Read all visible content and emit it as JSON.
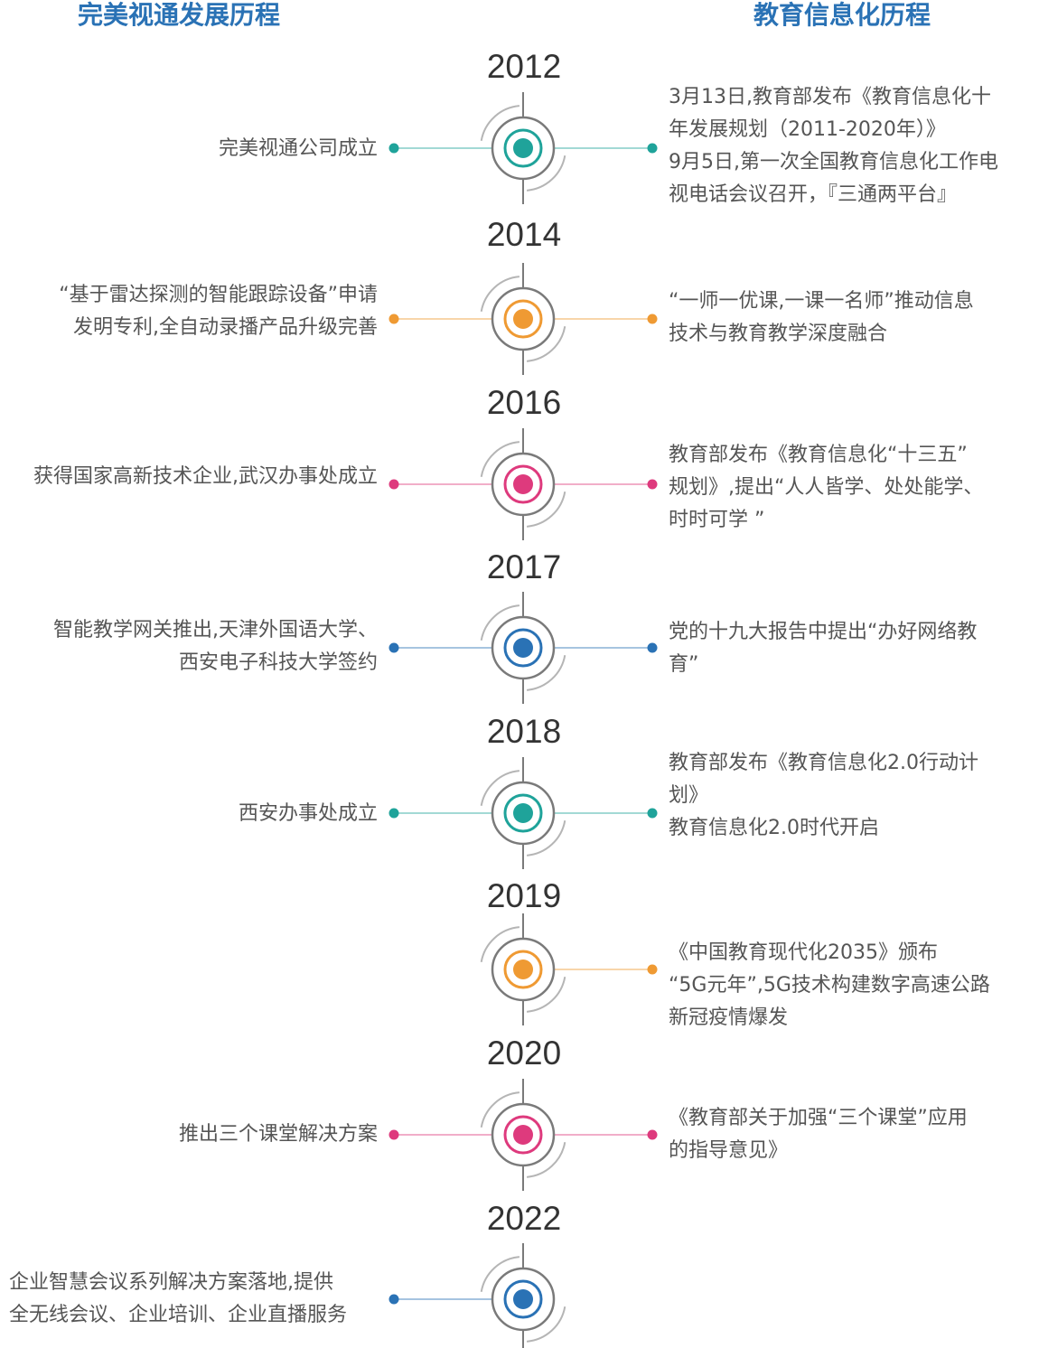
{
  "headers": {
    "left": "完美视通发展历程",
    "right": "教育信息化历程"
  },
  "colors": {
    "header": "#2a72b5",
    "teal": "#1fa39a",
    "orange": "#ef9a33",
    "pink": "#de3a7d",
    "blue": "#2a72b5",
    "ring": "#7a7a7a",
    "ring_light": "#b5b5b5"
  },
  "milestones": [
    {
      "year": "2012",
      "color": "teal",
      "left": "完美视通公司成立",
      "right": "3月13日,教育部发布《教育信息化十\n年发展规划（2011-2020年）》\n9月5日,第一次全国教育信息化工作电\n视电话会议召开，『三通两平台』"
    },
    {
      "year": "2014",
      "color": "orange",
      "left": "“基于雷达探测的智能跟踪设备”申请\n发明专利,全自动录播产品升级完善",
      "right": "“一师一优课,一课一名师”推动信息\n技术与教育教学深度融合"
    },
    {
      "year": "2016",
      "color": "pink",
      "left": "获得国家高新技术企业,武汉办事处成立",
      "right": "教育部发布《教育信息化“十三五”\n规划》,提出“人人皆学、处处能学、\n时时可学 ”"
    },
    {
      "year": "2017",
      "color": "blue",
      "left": "智能教学网关推出,天津外国语大学、\n西安电子科技大学签约",
      "right": "党的十九大报告中提出“办好网络教\n育”"
    },
    {
      "year": "2018",
      "color": "teal",
      "left": "西安办事处成立",
      "right": "教育部发布《教育信息化2.0行动计\n划》\n教育信息化2.0时代开启"
    },
    {
      "year": "2019",
      "color": "orange",
      "left": "",
      "right": "《中国教育现代化2035》颁布\n“5G元年”,5G技术构建数字高速公路\n新冠疫情爆发"
    },
    {
      "year": "2020",
      "color": "pink",
      "left": "推出三个课堂解决方案",
      "right": "《教育部关于加强“三个课堂”应用\n的指导意见》"
    },
    {
      "year": "2022",
      "color": "blue",
      "left": "企业智慧会议系列解决方案落地,提供\n全无线会议、企业培训、企业直播服务",
      "right": ""
    }
  ]
}
